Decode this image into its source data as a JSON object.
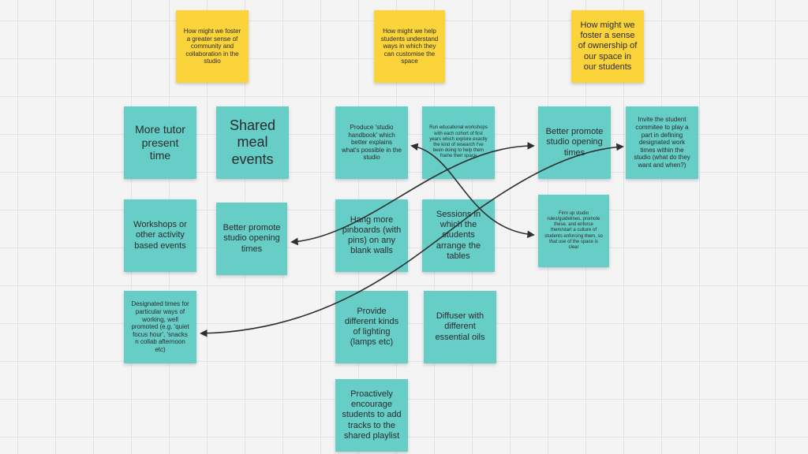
{
  "prompts": {
    "community": "How might we foster a greater sense of community and collaboration in the studio",
    "customise": "How might we help students understand ways in which they can customise the space",
    "ownership": "How might we foster a sense of ownership of our space in our students"
  },
  "notes": {
    "more_tutor": "More tutor present time",
    "shared_meal": "Shared meal events",
    "workshops": "Workshops or other activity based events",
    "promote_left": "Better promote studio opening times",
    "designated_times": "Designated times for particular ways of working, well promoted (e.g. 'quiet focus hour', 'snacks n collab afternoon etc)",
    "studio_handbook": "Produce 'studio handbook' which better explains what's possible in the studio",
    "run_workshops": "Run educational workshops with each cohort of first years which explore exactly the kind of research I've been doing to help them frame their space",
    "hang_pinboards": "Hang more pinboards (with pins) on any blank walls",
    "sessions": "Sessions in which the students arrange the tables",
    "lighting": "Provide different kinds of lighting (lamps etc)",
    "diffuser": "Diffuser with different essential oils",
    "playlist": "Proactively encourage students to add tracks to the shared playlist",
    "promote_right": "Better promote studio opening times",
    "committee": "Invite the student commitee to play a part in defining designated work times within the studio (what do they want and when?)",
    "firm_up": "Firm up studio rules/guidelines, promote these, and enforce them/start a culture of students enforcing them, so that use of the space is clear"
  }
}
